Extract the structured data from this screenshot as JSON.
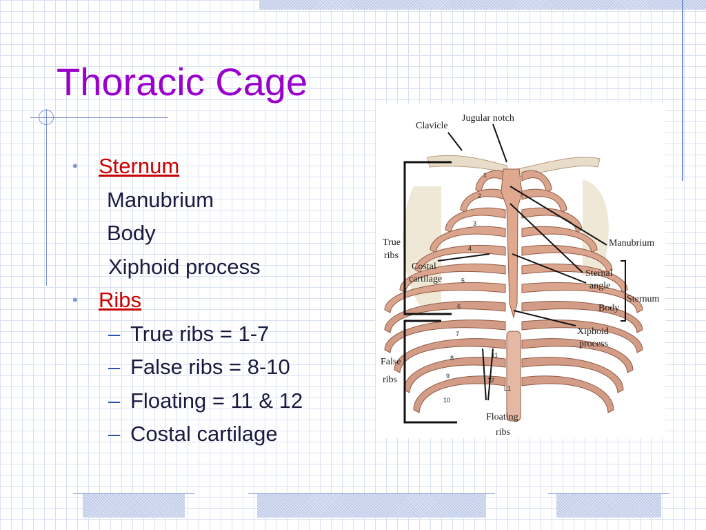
{
  "slide": {
    "title": "Thoracic Cage"
  },
  "bullets": [
    {
      "label": "Sternum"
    },
    {
      "label": "Manubrium"
    },
    {
      "label": "Body"
    },
    {
      "label": "Xiphoid process"
    },
    {
      "label": "Ribs"
    },
    {
      "label": "True ribs = 1-7"
    },
    {
      "label": "False ribs = 8-10"
    },
    {
      "label": "Floating = 11 & 12"
    },
    {
      "label": "Costal cartilage"
    }
  ],
  "figure": {
    "labels": {
      "clavicle": "Clavicle",
      "jugular_notch": "Jugular notch",
      "true_ribs_1": "True",
      "true_ribs_2": "ribs",
      "costal_1": "Costal",
      "costal_2": "cartilage",
      "false_ribs_1": "False",
      "false_ribs_2": "ribs",
      "manubrium": "Manubrium",
      "sternal_angle_1": "Sternal",
      "sternal_angle_2": "angle",
      "body": "Body",
      "sternum": "Sternum",
      "xiphoid_1": "Xiphoid",
      "xiphoid_2": "process",
      "floating_1": "Floating",
      "floating_2": "ribs"
    },
    "rib_numbers": [
      "1",
      "2",
      "3",
      "4",
      "5",
      "6",
      "7",
      "8",
      "9",
      "10",
      "11",
      "12",
      "L1"
    ]
  },
  "colors": {
    "title": "#9900cc",
    "link": "#cc0000",
    "bullet": "#7f96cc",
    "dash": "#2a4fb0",
    "bone": "#d9a48c"
  }
}
